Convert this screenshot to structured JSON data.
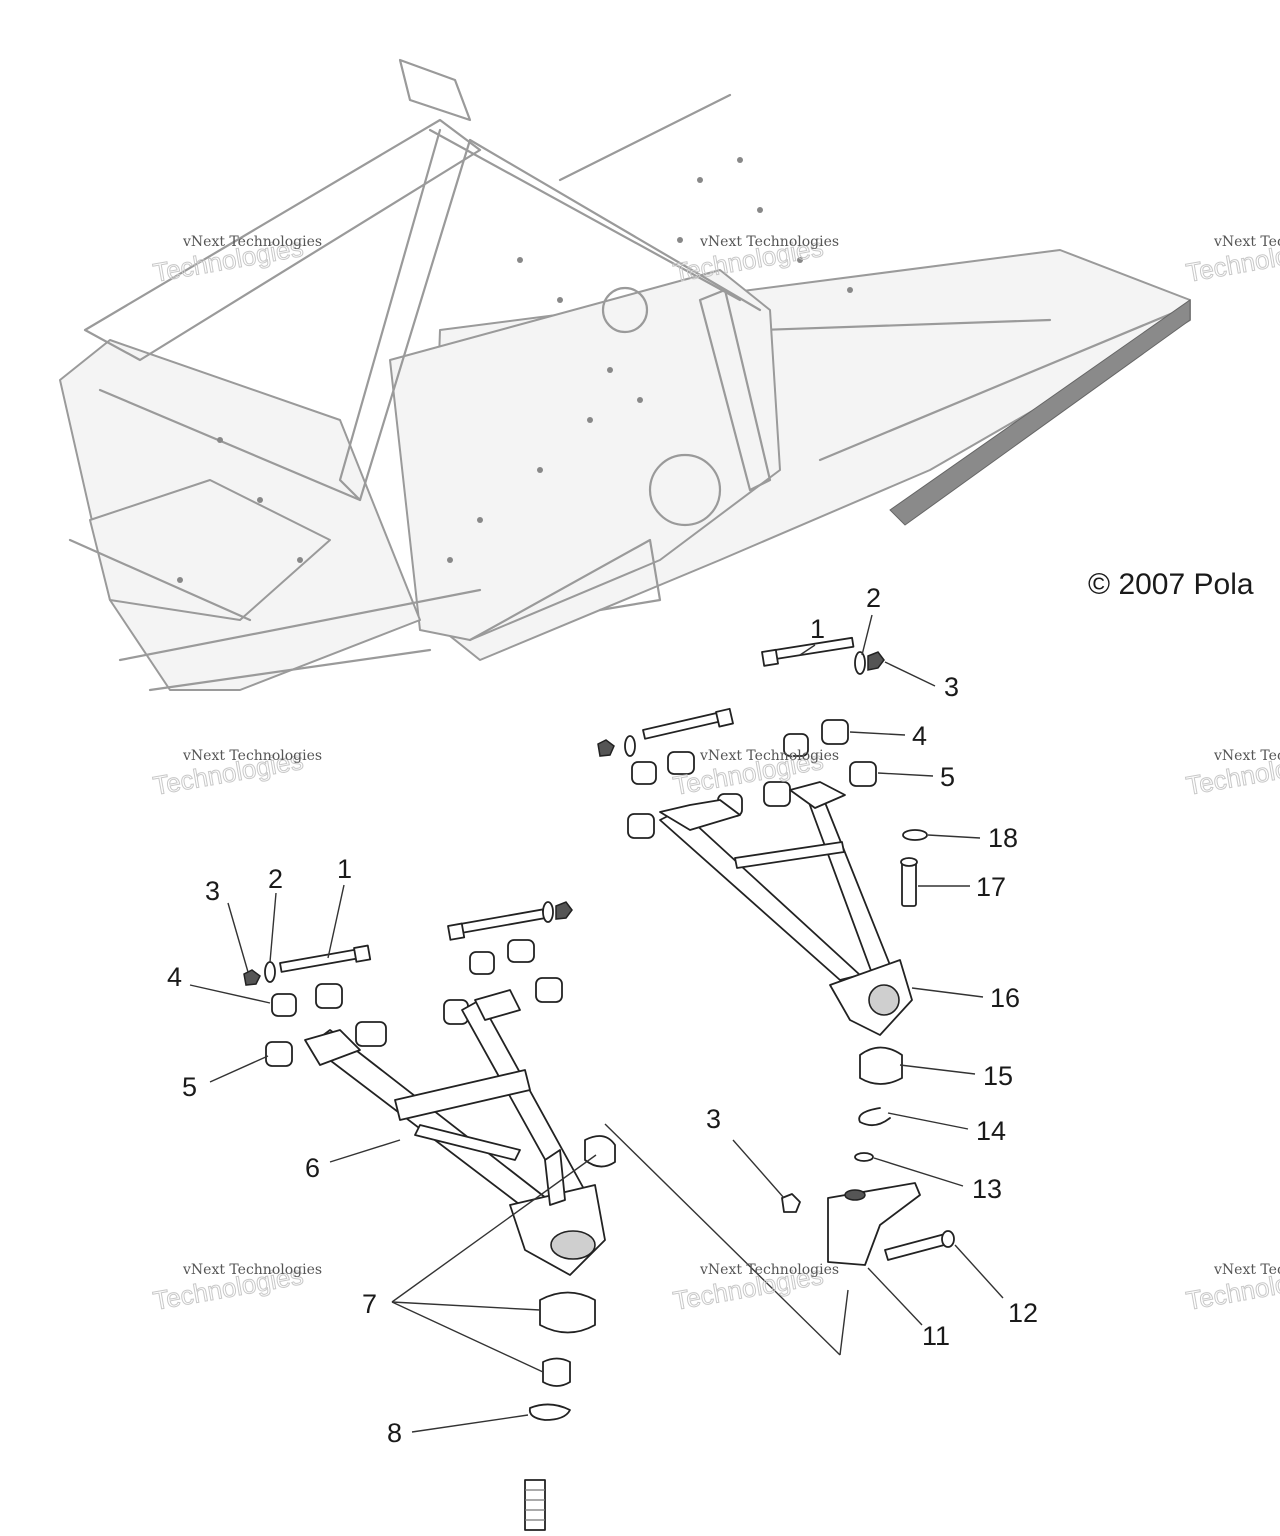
{
  "copyright": "© 2007 Pola",
  "watermark": {
    "line1": "vNext Technologies",
    "line2": "Technologies",
    "line3": "vNext"
  },
  "callouts": [
    {
      "id": "c1a",
      "text": "1"
    },
    {
      "id": "c2a",
      "text": "2"
    },
    {
      "id": "c3a",
      "text": "3"
    },
    {
      "id": "c4a",
      "text": "4"
    },
    {
      "id": "c5a",
      "text": "5"
    },
    {
      "id": "c18",
      "text": "18"
    },
    {
      "id": "c17",
      "text": "17"
    },
    {
      "id": "c16",
      "text": "16"
    },
    {
      "id": "c15",
      "text": "15"
    },
    {
      "id": "c14",
      "text": "14"
    },
    {
      "id": "c13",
      "text": "13"
    },
    {
      "id": "c12",
      "text": "12"
    },
    {
      "id": "c11",
      "text": "11"
    },
    {
      "id": "c3c",
      "text": "3"
    },
    {
      "id": "c3b",
      "text": "3"
    },
    {
      "id": "c2b",
      "text": "2"
    },
    {
      "id": "c1b",
      "text": "1"
    },
    {
      "id": "c4b",
      "text": "4"
    },
    {
      "id": "c5b",
      "text": "5"
    },
    {
      "id": "c6",
      "text": "6"
    },
    {
      "id": "c7",
      "text": "7"
    },
    {
      "id": "c8",
      "text": "8"
    }
  ]
}
